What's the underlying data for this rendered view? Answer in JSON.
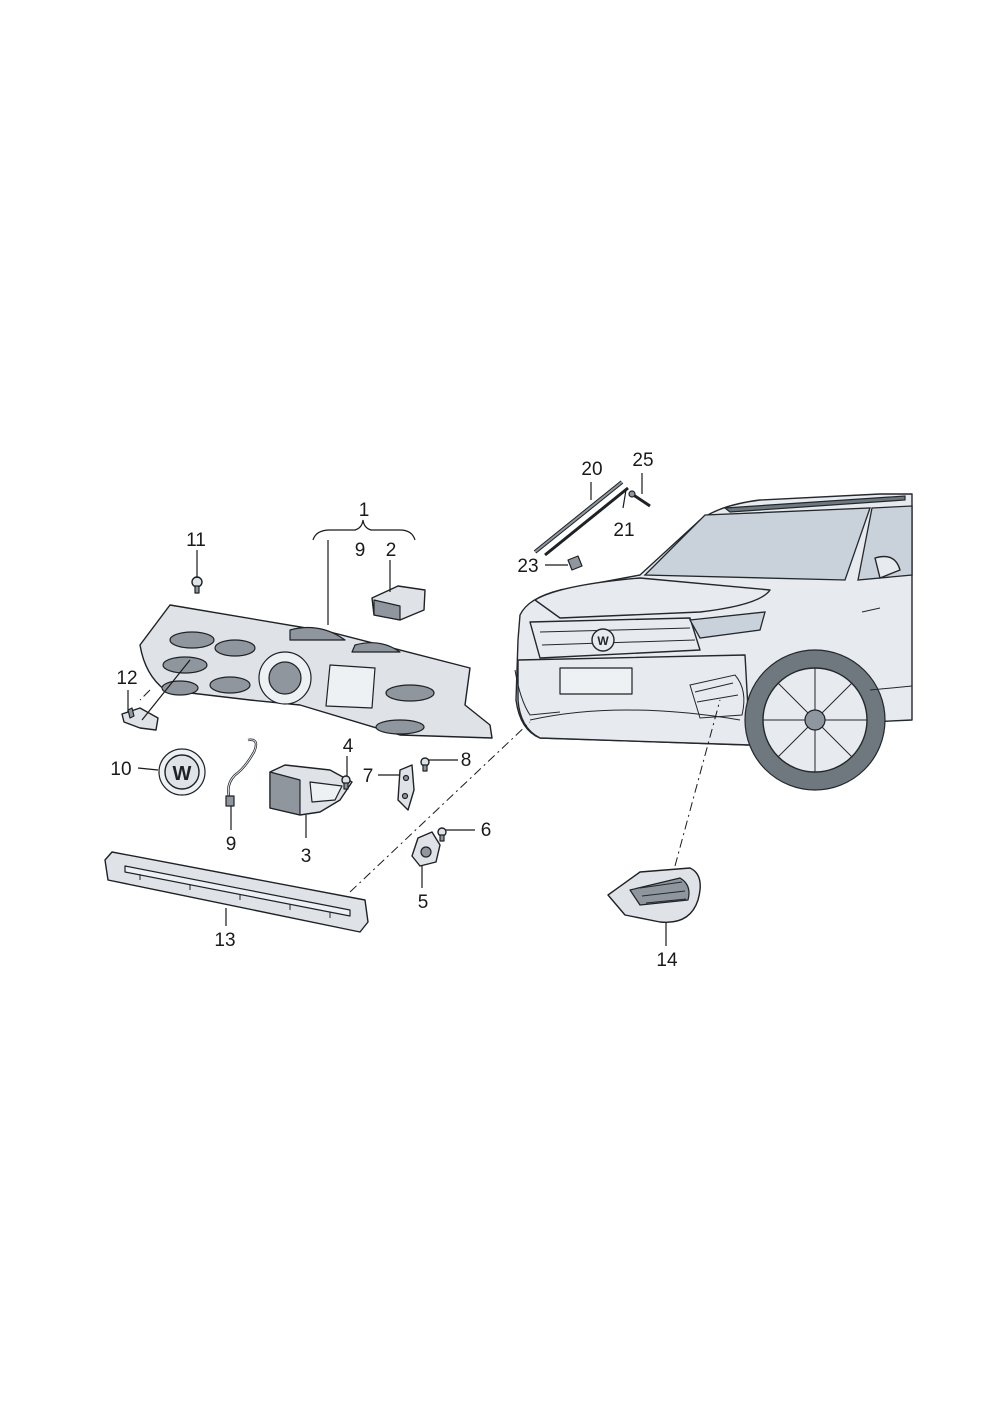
{
  "callouts": {
    "c1": "1",
    "c2": "2",
    "c3": "3",
    "c4": "4",
    "c5": "5",
    "c6": "6",
    "c7": "7",
    "c8": "8",
    "c9a": "9",
    "c9b": "9",
    "c10": "10",
    "c11": "11",
    "c12": "12",
    "c13": "13",
    "c14": "14",
    "c20": "20",
    "c21": "21",
    "c23": "23",
    "c25": "25"
  },
  "colors": {
    "line": "#1a1a1a",
    "part_fill": "#dfe3e8",
    "part_dark": "#8f969e",
    "background": "#ffffff"
  },
  "icons": {
    "emblem": "vw-emblem-icon"
  }
}
